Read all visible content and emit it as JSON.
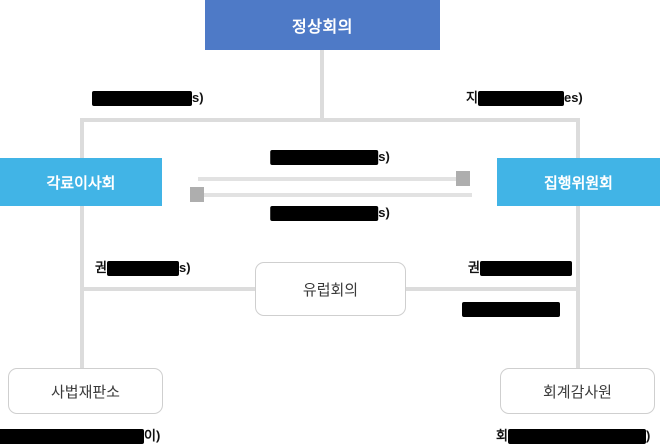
{
  "diagram": {
    "title_visible": false,
    "colors": {
      "top_node": "#4e7ac7",
      "mid_node": "#41b4e6",
      "outline_node_border": "#cfcfcf",
      "connector": "#dcdcdc",
      "arrow_shaft": "#e2e2e2",
      "arrow_head": "#aeaeae",
      "redaction": "#000000"
    },
    "nodes": {
      "summit": {
        "label": "정상회의"
      },
      "council": {
        "label": "각료이사회"
      },
      "commission": {
        "label": "집행위원회"
      },
      "parliament": {
        "label": "유럽회의"
      },
      "court_of_justice": {
        "label": "사법재판소"
      },
      "court_of_auditors": {
        "label": "회계감사원"
      }
    },
    "edge_labels": {
      "top_left": {
        "prefix": "",
        "redacted_width": 100,
        "suffix": "s)"
      },
      "top_right": {
        "prefix": "지",
        "redacted_width": 86,
        "suffix": "es)"
      },
      "mid_upper": {
        "prefix": "",
        "redacted_width": 108,
        "suffix": "s)"
      },
      "mid_lower": {
        "prefix": "",
        "redacted_width": 108,
        "suffix": "s)"
      },
      "low_left": {
        "prefix": "권",
        "redacted_width": 72,
        "suffix": "s)"
      },
      "low_right_1": {
        "prefix": "권",
        "redacted_width": 92,
        "suffix": ""
      },
      "low_right_2": {
        "prefix": "",
        "redacted_width": 98,
        "suffix": ""
      },
      "bottom_left": {
        "prefix": "",
        "redacted_width": 150,
        "suffix": "이)"
      },
      "bottom_right": {
        "prefix": "회",
        "redacted_width": 138,
        "suffix": ")"
      }
    }
  }
}
